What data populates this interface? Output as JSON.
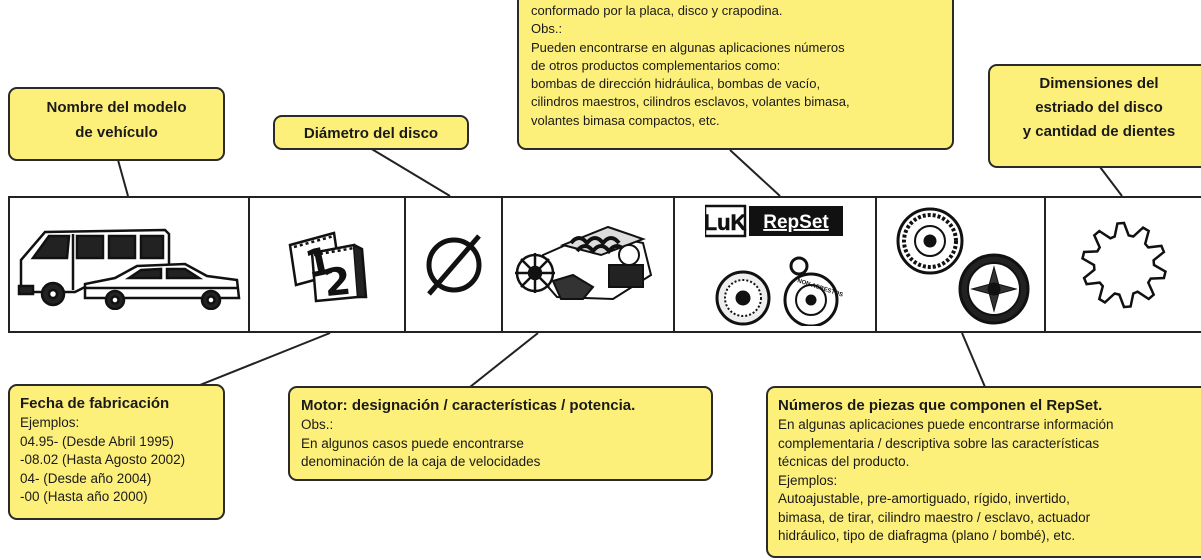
{
  "top_box": {
    "lines": [
      "conformado por la placa, disco y crapodina.",
      "Obs.:",
      "Pueden encontrarse en algunas aplicaciones números",
      "de otros productos complementarios como:",
      "bombas de dirección hidráulica, bombas de vacío,",
      "cilindros maestros, cilindros esclavos, volantes bimasa,",
      "volantes bimasa compactos, etc."
    ]
  },
  "model_box": {
    "lines": [
      "Nombre del modelo",
      "de vehículo"
    ]
  },
  "diameter_box": {
    "title": "Diámetro del disco"
  },
  "spline_box": {
    "lines": [
      "Dimensiones del",
      "estriado del disco",
      "y cantidad de dientes"
    ]
  },
  "date_box": {
    "title": "Fecha de fabricación",
    "lines": [
      "Ejemplos:",
      "04.95- (Desde Abril 1995)",
      "-08.02 (Hasta Agosto 2002)",
      "04- (Desde año 2004)",
      "-00 (Hasta año 2000)"
    ]
  },
  "engine_box": {
    "title": "Motor: designación / características / potencia.",
    "lines": [
      "Obs.:",
      "En algunos casos puede encontrarse",
      "denominación de la caja de velocidades"
    ]
  },
  "parts_box": {
    "title": "Números de piezas que componen el RepSet.",
    "lines": [
      "En algunas aplicaciones puede encontrarse información",
      "complementaria / descriptiva sobre las características",
      "técnicas del producto.",
      "Ejemplos:",
      "Autoajustable, pre-amortiguado, rígido, invertido,",
      "bimasa, de tirar, cilindro maestro / esclavo, actuador",
      "hidráulico, tipo de diafragma (plano / bombé), etc."
    ]
  },
  "icons": {
    "calendar": {
      "digit1": "1",
      "digit2": "2"
    },
    "repset": {
      "brand": "LuK",
      "product": "RepSet",
      "ring_text": "NON ASBESTOS"
    }
  },
  "colors": {
    "box_fill": "#fdf07a",
    "border": "#2a2a2a"
  }
}
